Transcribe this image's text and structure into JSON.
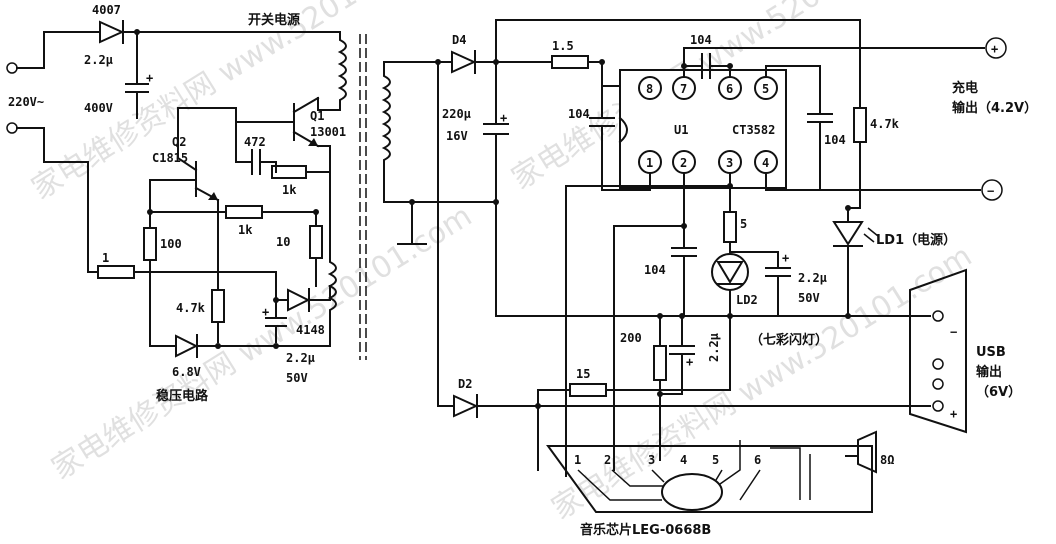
{
  "watermark": "家电维修资料网  www.520101.com",
  "left_circuit": {
    "title_switch_psu": "开关电源",
    "input_label": "220V~",
    "d_input": "4007",
    "c_input": [
      "2.2μ",
      "400V"
    ],
    "q1": [
      "Q1",
      "13001"
    ],
    "q2": [
      "Q2",
      "C1815"
    ],
    "c472": "472",
    "r_1k_a": "1k",
    "r_1k_b": "1k",
    "r_100": "100",
    "r_10": "10",
    "r_1": "1",
    "r_4k7": "4.7k",
    "d_4148": "4148",
    "c_2u2": [
      "2.2μ",
      "50V"
    ],
    "zener": "6.8V",
    "regulator_label": "稳压电路"
  },
  "right_circuit": {
    "d4": "D4",
    "d2": "D2",
    "c_220u": [
      "220μ",
      "16V"
    ],
    "r_1_5": "1.5",
    "c104_top": "104",
    "c104_left": "104",
    "c104_right": "104",
    "c104_bottom": "104",
    "r_4k7": "4.7k",
    "u1": "U1",
    "ic_name": "CT3582",
    "pins_top": [
      "8",
      "7",
      "6",
      "5"
    ],
    "pins_bottom": [
      "1",
      "2",
      "3",
      "4"
    ],
    "charge_out": [
      "充电",
      "输出（4.2V）"
    ],
    "plus": "+",
    "minus": "−",
    "ld1": "LD1（电源）",
    "r_5": "5",
    "ld2": "LD2",
    "c_2u2": [
      "2.2μ",
      "50V"
    ],
    "flash_label": "（七彩闪灯）",
    "r_200": "200",
    "c_2u2_small": "2.2μ",
    "r_15": "15",
    "usb": [
      "USB",
      "输出",
      "（6V）"
    ],
    "usb_minus": "−",
    "usb_plus": "+",
    "music_pins": [
      "1",
      "2",
      "3",
      "4",
      "5",
      "6"
    ],
    "speaker": "8Ω",
    "music_chip": "音乐芯片LEG-0668B"
  }
}
